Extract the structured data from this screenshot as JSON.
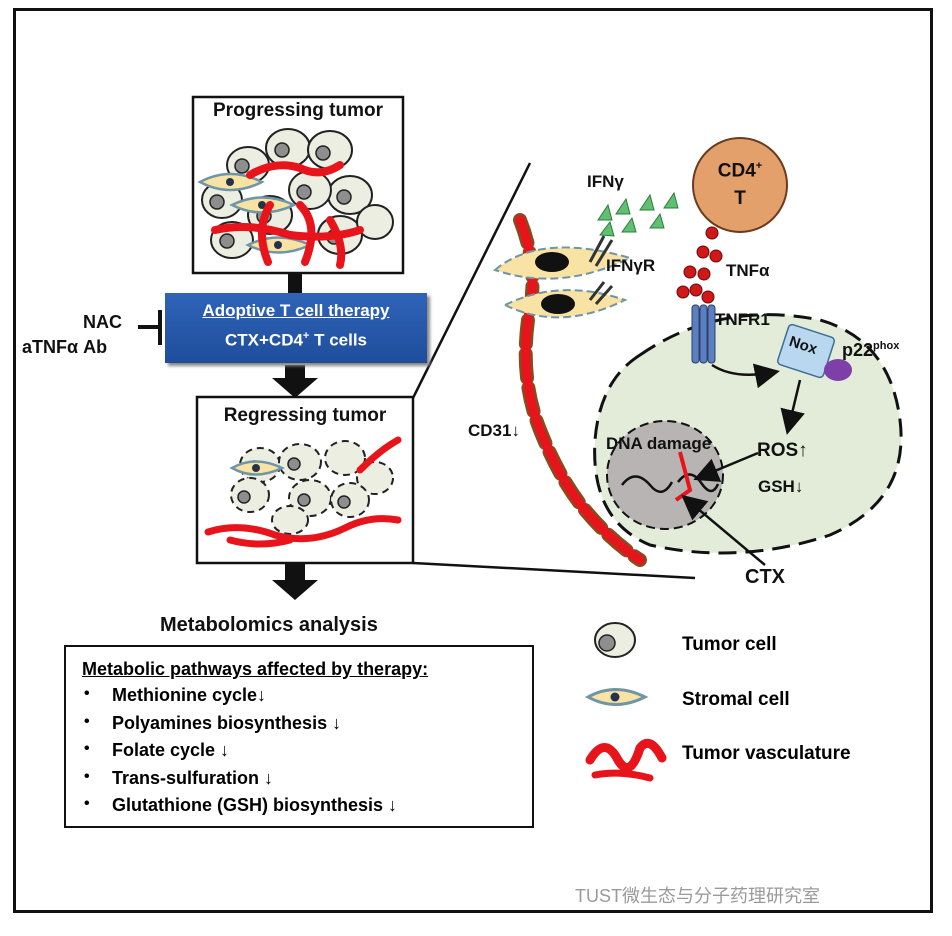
{
  "diagram": {
    "top_box_title": "Progressing tumor",
    "therapy": {
      "line1": "Adoptive T cell therapy",
      "line2_main": "CTX+CD4",
      "line2_sup": "+",
      "line2_rest": " T cells"
    },
    "inhibitors": {
      "line1": "NAC",
      "line2": "aTNFα Ab"
    },
    "mid_box_title": "Regressing tumor",
    "analysis_title": "Metabolomics analysis",
    "pathways": {
      "header": "Metabolic pathways affected by therapy:",
      "bullet": "•",
      "items": [
        "Methionine cycle↓",
        "Polyamines biosynthesis ↓",
        "Folate cycle ↓",
        "Trans-sulfuration ↓",
        "Glutathione (GSH) biosynthesis ↓"
      ]
    },
    "mechanism": {
      "ifng": "IFNγ",
      "cd4_main": "CD4",
      "cd4_sup": "+",
      "cd4_line2": "T",
      "ifngr": "IFNγR",
      "tnfa": "TNFα",
      "tnfr1": "TNFR1",
      "nox": "Nox",
      "p22_main": "p22",
      "p22_sup": "phox",
      "cd31": "CD31↓",
      "dna_damage": "DNA damage",
      "ros": "ROS↑",
      "gsh": "GSH↓",
      "ctx": "CTX"
    },
    "legend": [
      {
        "icon": "tumor-cell-icon",
        "label": "Tumor cell"
      },
      {
        "icon": "stromal-cell-icon",
        "label": "Stromal cell"
      },
      {
        "icon": "vasculature-icon",
        "label": "Tumor vasculature"
      }
    ],
    "watermark": "TUST微生态与分子药理研究室",
    "colors": {
      "vessel_red": "#e8141b",
      "vessel_brown": "#8a4a1e",
      "tumor_cell_fill": "#eceee2",
      "stromal_fill": "#f8e3a4",
      "stromal_edge": "#6f95a6",
      "therapy_blue": "#2a5cb0",
      "cd4_orange": "#e3a06a",
      "ifng_green": "#5fbf73",
      "tnf_red": "#d01818",
      "cell_green": "#e3ecd9",
      "nucleus_gray": "#b8b4b4",
      "nox_blue": "#b9d7ee",
      "p22_purple": "#7f3fa8",
      "tnfr1_blue": "#5b7fc0"
    }
  }
}
